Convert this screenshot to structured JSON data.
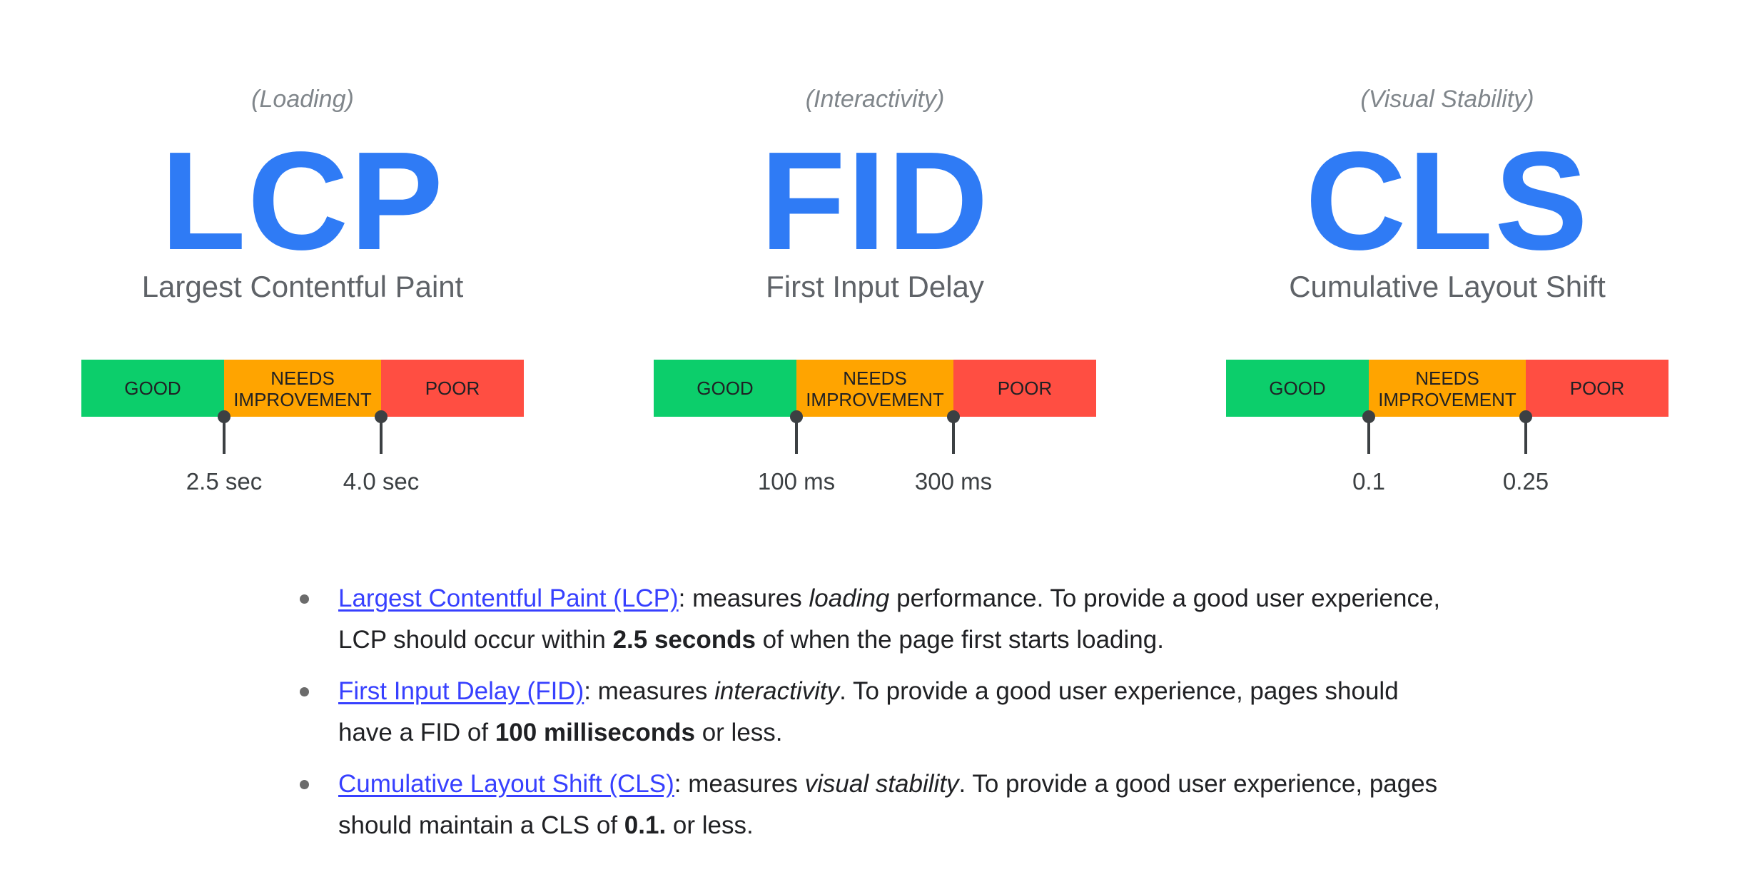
{
  "metrics": [
    {
      "category": "(Loading)",
      "acronym": "LCP",
      "name": "Largest Contentful Paint",
      "segments": {
        "good": "GOOD",
        "needs_line1": "NEEDS",
        "needs_line2": "IMPROVEMENT",
        "poor": "POOR"
      },
      "thresholds": [
        "2.5 sec",
        "4.0 sec"
      ]
    },
    {
      "category": "(Interactivity)",
      "acronym": "FID",
      "name": "First Input Delay",
      "segments": {
        "good": "GOOD",
        "needs_line1": "NEEDS",
        "needs_line2": "IMPROVEMENT",
        "poor": "POOR"
      },
      "thresholds": [
        "100 ms",
        "300 ms"
      ]
    },
    {
      "category": "(Visual Stability)",
      "acronym": "CLS",
      "name": "Cumulative Layout Shift",
      "segments": {
        "good": "GOOD",
        "needs_line1": "NEEDS",
        "needs_line2": "IMPROVEMENT",
        "poor": "POOR"
      },
      "thresholds": [
        "0.1",
        "0.25"
      ]
    }
  ],
  "colors": {
    "acronym": "#2f7bf5",
    "good": "#0cce6b",
    "needs_improvement": "#ffa400",
    "poor": "#ff4e42",
    "link": "#3740ff"
  },
  "bullets": [
    {
      "link": "Largest Contentful Paint (LCP)",
      "text1": ": measures ",
      "italic": "loading",
      "text2": " performance. To provide a good user experience, LCP should occur within ",
      "bold": "2.5 seconds",
      "text3": " of when the page first starts loading."
    },
    {
      "link": "First Input Delay (FID)",
      "text1": ": measures ",
      "italic": "interactivity",
      "text2": ". To provide a good user experience, pages should have a FID of ",
      "bold": "100 milliseconds",
      "text3": " or less."
    },
    {
      "link": "Cumulative Layout Shift (CLS)",
      "text1": ": measures ",
      "italic": "visual stability",
      "text2": ". To provide a good user experience, pages should maintain a CLS of ",
      "bold": "0.1.",
      "text3": " or less."
    }
  ]
}
